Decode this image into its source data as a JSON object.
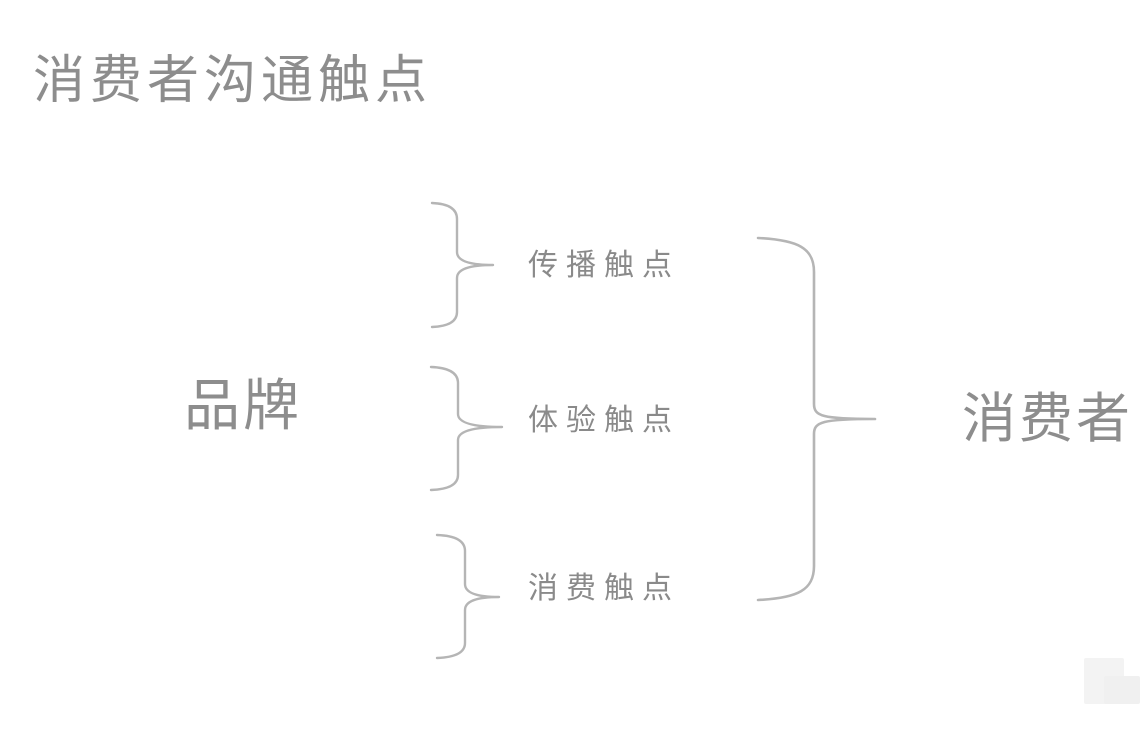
{
  "title": "消费者沟通触点",
  "diagram": {
    "brand_label": "品牌",
    "consumer_label": "消费者",
    "touchpoints": [
      {
        "label": "传播触点"
      },
      {
        "label": "体验触点"
      },
      {
        "label": "消费触点"
      }
    ]
  },
  "colors": {
    "text_gray": "#8d8d8d",
    "label_gray": "#8a8a8a",
    "line_gray": "#b5b5b5",
    "watermark_gray": "#f2f2f2"
  }
}
